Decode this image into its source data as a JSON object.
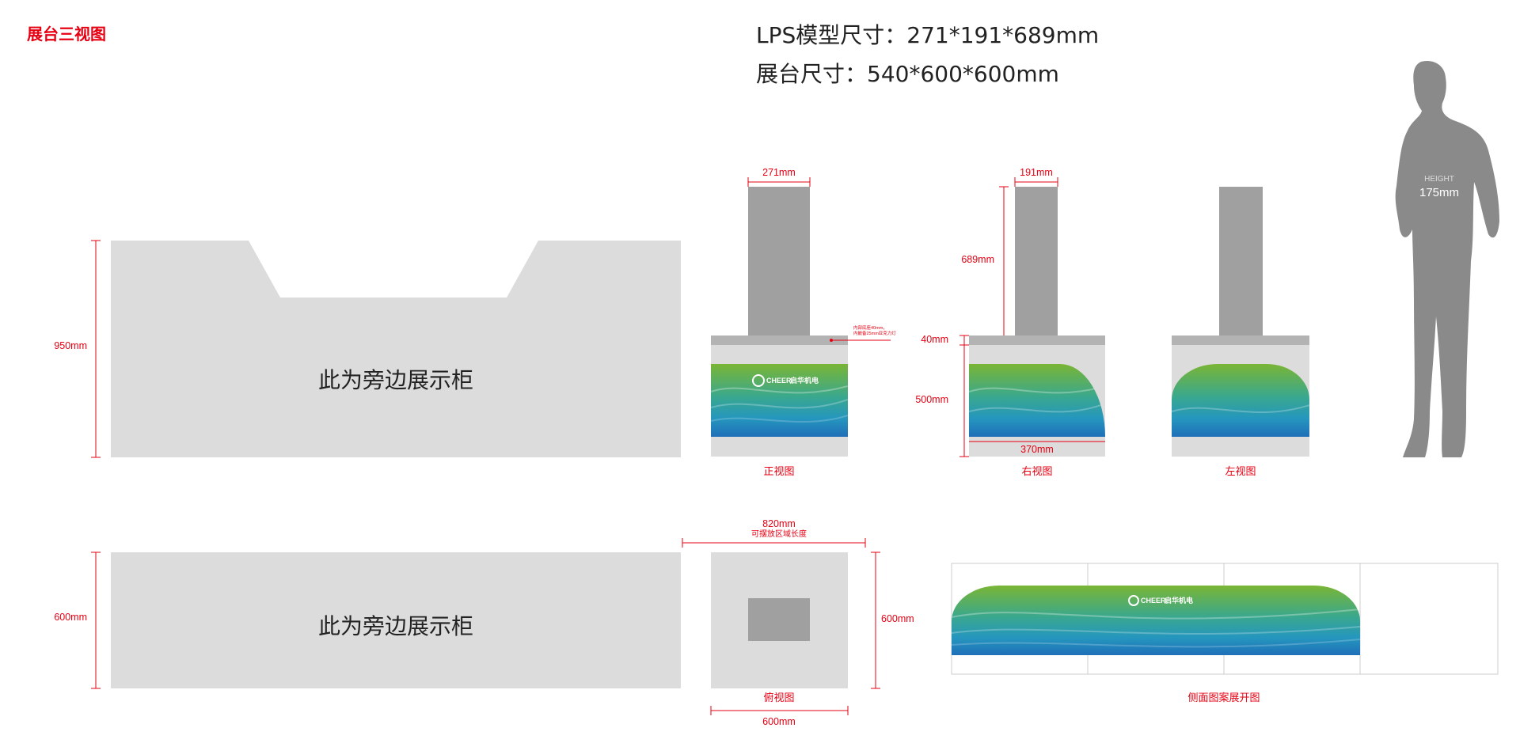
{
  "title": "展台三视图",
  "specs": {
    "model_size": "LPS模型尺寸：271*191*689mm",
    "booth_size": "展台尺寸：540*600*600mm"
  },
  "side_cabinet_label": "此为旁边展示柜",
  "front_view": {
    "caption": "正视图",
    "width_label": "271mm",
    "note_line1": "内部底座40mm，",
    "note_line2": "内嵌备25mm亚克力灯"
  },
  "right_view": {
    "caption": "右视图",
    "top_width": "191mm",
    "height": "689mm",
    "cap_height": "40mm",
    "base_height": "500mm",
    "base_width": "370mm"
  },
  "left_view": {
    "caption": "左视图"
  },
  "elevation_height": "950mm",
  "plan_depth": "600mm",
  "top_view": {
    "caption": "俯视图",
    "total_width": "820mm",
    "total_width_note": "可摆放区域长度",
    "depth": "600mm",
    "bottom_width": "600mm"
  },
  "unfold": {
    "caption": "侧面图案展开图"
  },
  "brand": {
    "name": "CHEER",
    "sub": "启华机电"
  },
  "human": {
    "label": "HEIGHT",
    "value": "175mm"
  },
  "colors": {
    "accent": "#e60012",
    "panel": "#dcdcdc",
    "column": "#a0a0a0",
    "cap": "#b3b3b3",
    "human": "#8a8a8a",
    "wave_green": "#7ab534",
    "wave_blue": "#1f6fb8"
  }
}
